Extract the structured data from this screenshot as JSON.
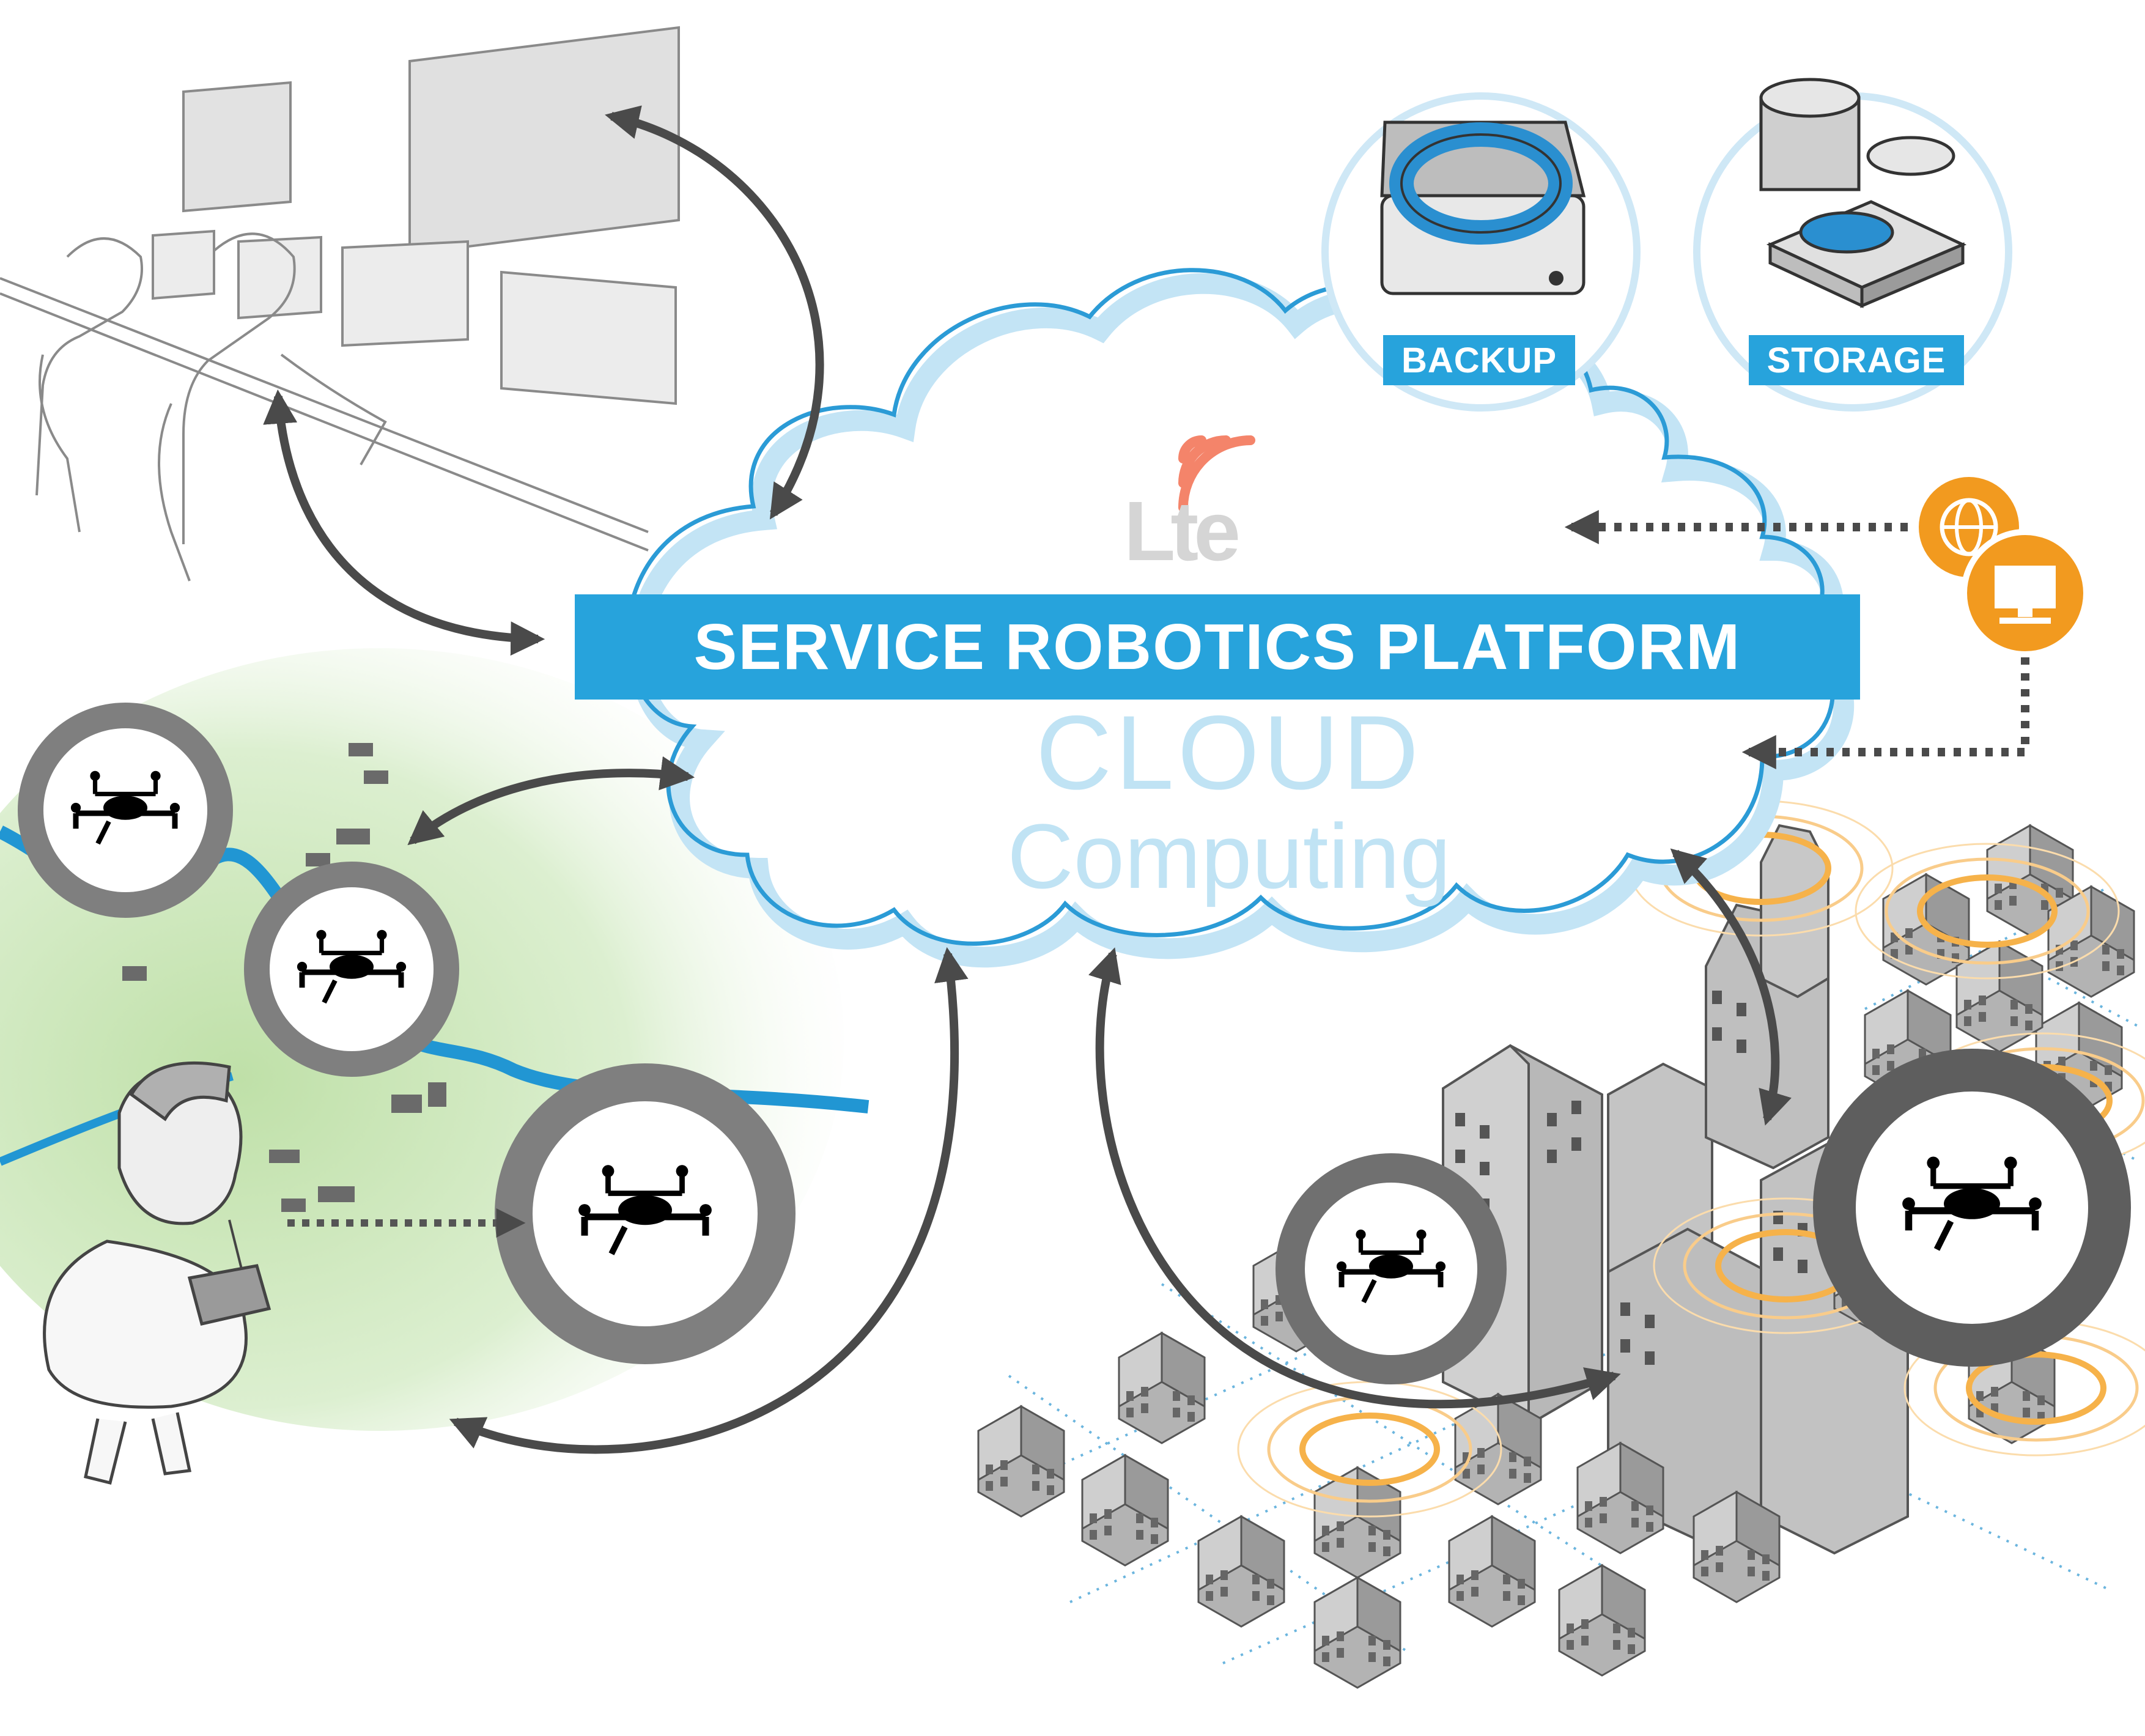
{
  "platform": {
    "title": "SERVICE ROBOTICS PLATFORM",
    "cloud_word": "CLOUD",
    "computing_word": "Computing",
    "lte_logo": "Lte"
  },
  "services": {
    "backup_label": "BACKUP",
    "storage_label": "STORAGE"
  },
  "colors": {
    "platform_blue": "#27a3dc",
    "cloud_light_blue": "#c0e3f4",
    "service_orange": "#f29a1f",
    "lte_orange": "#f4846a",
    "arrow_gray": "#4a4a4a",
    "drone_ring_gray": "#7f7f7f",
    "river_blue": "#2196d3",
    "terrain_green": "#cfe7bf"
  },
  "icons": {
    "backup": "lifebuoy-hard-drive-icon",
    "storage": "database-disks-icon",
    "internet": "globe-icon",
    "computer": "monitor-icon",
    "drone": "quadcopter-drone-icon",
    "signal": "lte-signal-waves-icon"
  }
}
